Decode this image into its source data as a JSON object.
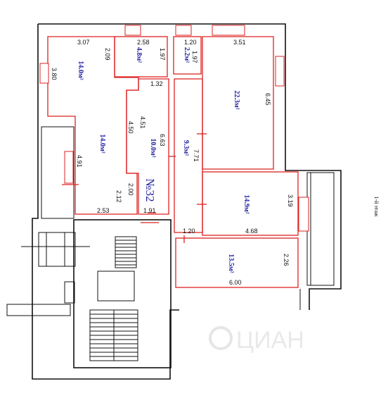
{
  "plan": {
    "apartment_label": "№32",
    "floor_label": "1-й этаж",
    "watermark": "ЦИАН",
    "rooms": [
      {
        "key": "room_a",
        "area": "14.0м²"
      },
      {
        "key": "room_b",
        "area": "4.8м²"
      },
      {
        "key": "room_c",
        "area": "2.2м²"
      },
      {
        "key": "room_d",
        "area": "22.3м²"
      },
      {
        "key": "room_e",
        "area": "14.0м²"
      },
      {
        "key": "room_f",
        "area": "10.0м²"
      },
      {
        "key": "room_g",
        "area": "9.3м²"
      },
      {
        "key": "room_h",
        "area": "14.9м²"
      },
      {
        "key": "room_i",
        "area": "13.5м²"
      }
    ],
    "dimensions": [
      "3.07",
      "2.58",
      "1.20",
      "3.51",
      "2.09",
      "1.97",
      "1.97",
      "3.80",
      "1.32",
      "6.45",
      "4.50",
      "4.51",
      "6.63",
      "7.71",
      "4.91",
      "2.00",
      "2.12",
      "2.53",
      "1.91",
      "3.19",
      "1.20",
      "4.68",
      "2.26",
      "6.00"
    ]
  }
}
